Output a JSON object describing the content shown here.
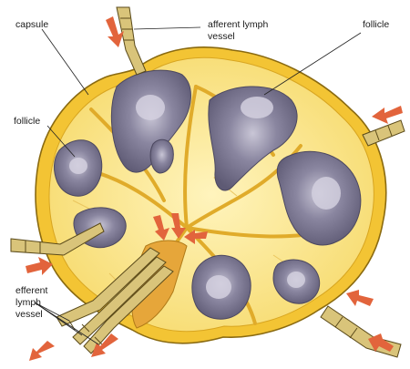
{
  "labels": {
    "capsule": "capsule",
    "afferent_line1": "afferent lymph",
    "afferent_line2": "vessel",
    "follicle_right": "follicle",
    "follicle_left": "follicle",
    "efferent_line1": "efferent",
    "efferent_line2": "lymph",
    "efferent_line3": "vessel"
  },
  "colors": {
    "capsule": "#f4c430",
    "cortex": "#fbe89a",
    "follicle": "#6e6a84",
    "follicle_center": "#b9b6c8",
    "vessel": "#d8c37a",
    "vessel_edge": "#5a4a1a",
    "arrow": "#e2643c",
    "line": "#222222"
  },
  "icons": [
    "arrow-icon",
    "lymph-vessel-icon"
  ]
}
